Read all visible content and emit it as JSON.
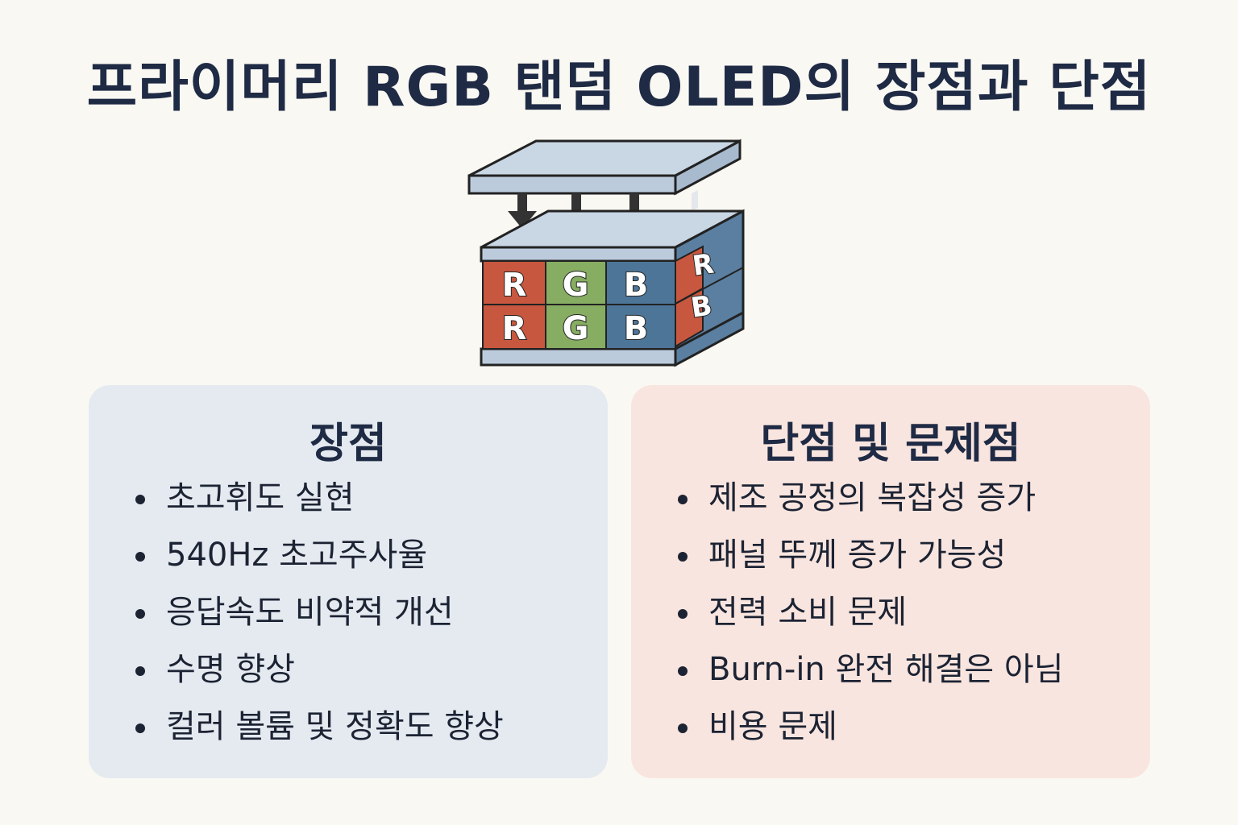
{
  "title": "프라이머리 RGB 탠덤 OLED의 장점과 단점",
  "diagram": {
    "front_rows": [
      [
        "R",
        "G",
        "B"
      ],
      [
        "R",
        "G",
        "B"
      ]
    ],
    "side_labels": [
      "R",
      "B"
    ],
    "colors": {
      "red": "#c8573f",
      "green": "#86ad62",
      "blue": "#4d7598",
      "glass": "#bccbdc",
      "outline": "#222222",
      "arrow": "#333333"
    }
  },
  "pros": {
    "heading": "장점",
    "items": [
      "초고휘도 실현",
      "540Hz 초고주사율",
      "응답속도 비약적 개선",
      "수명 향상",
      "컬러 볼륨 및 정확도 향상"
    ]
  },
  "cons": {
    "heading": "단점 및 문제점",
    "items": [
      "제조 공정의 복잡성 증가",
      "패널 뚜께 증가 가능성",
      "전력 소비 문제",
      "Burn-in 완전 해결은 아님",
      "비용 문제"
    ]
  }
}
